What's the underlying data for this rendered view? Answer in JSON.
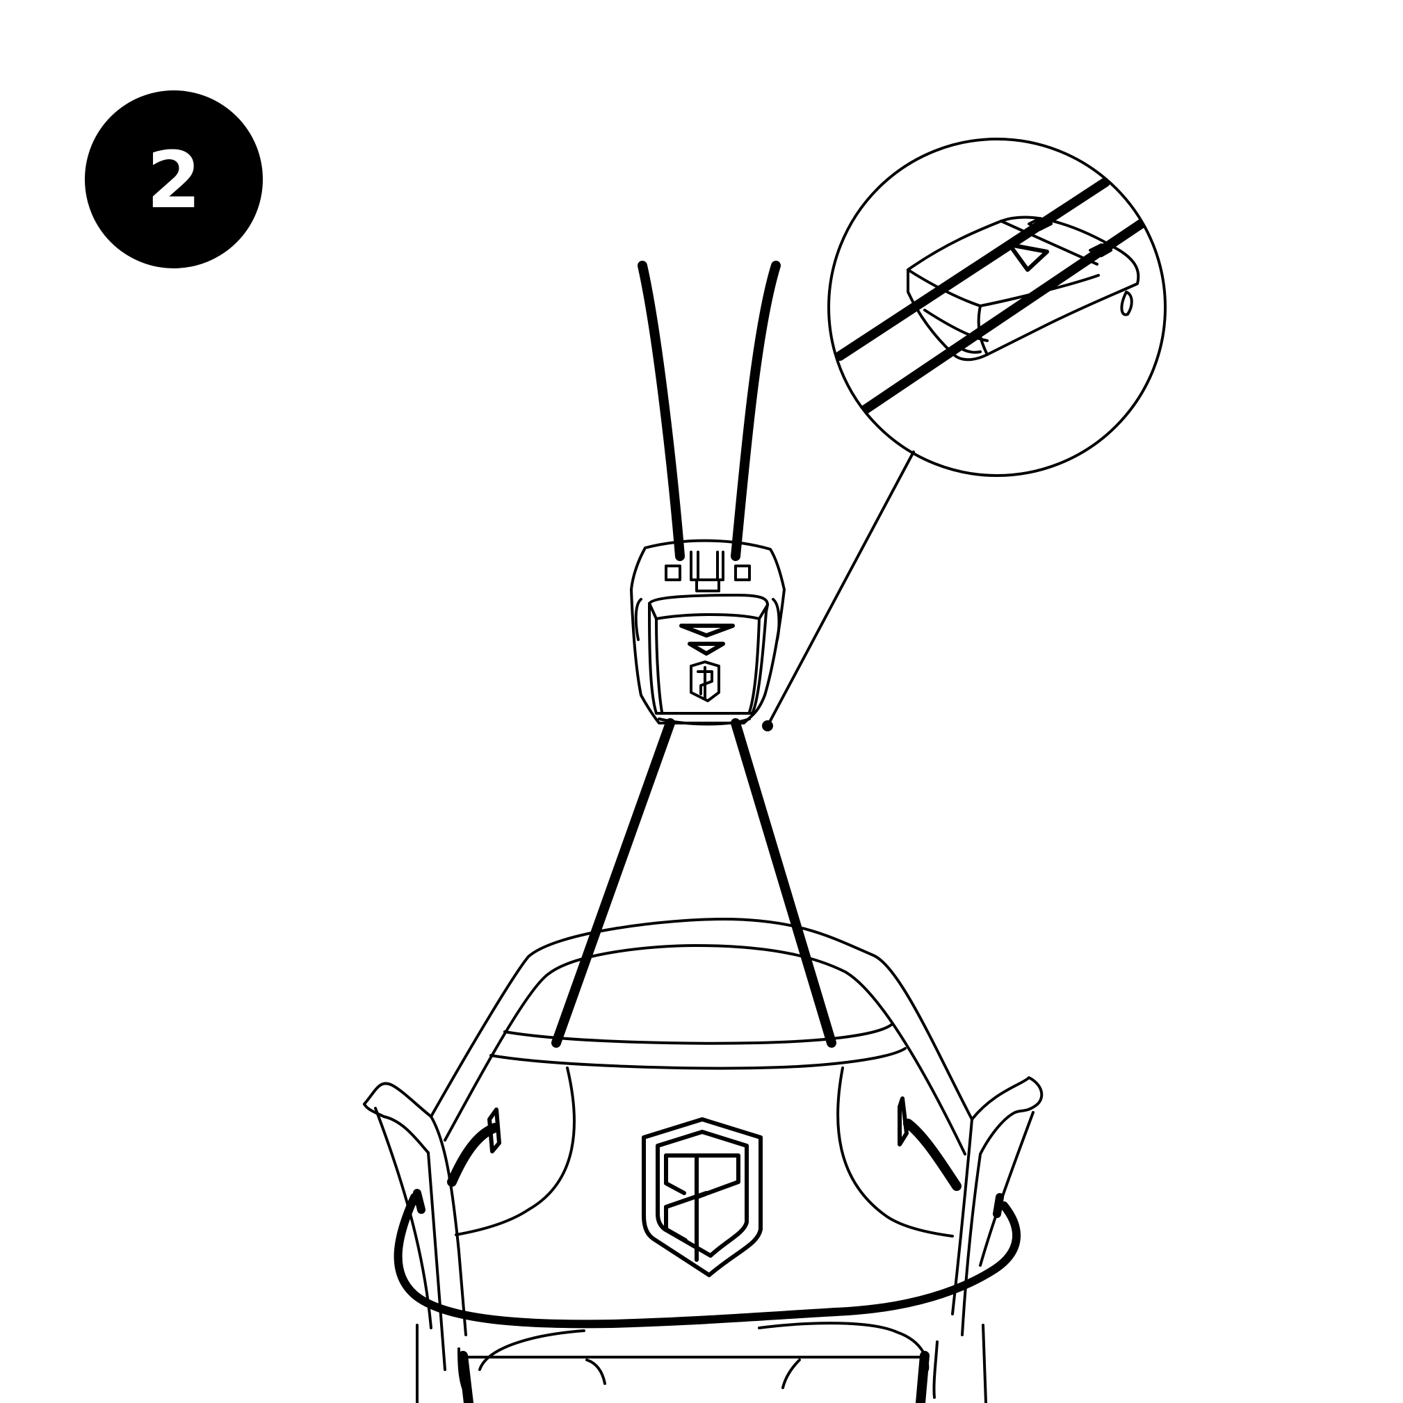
{
  "step": {
    "number": "2"
  },
  "colors": {
    "ink": "#000000",
    "paper": "#ffffff"
  },
  "icons": {
    "step_badge": "filled-circle-with-number",
    "device": "clip-on-sensor-device",
    "logo": "shield-monogram-logo",
    "detail": "magnified-callout-circle",
    "motion": "curved-arrow"
  }
}
